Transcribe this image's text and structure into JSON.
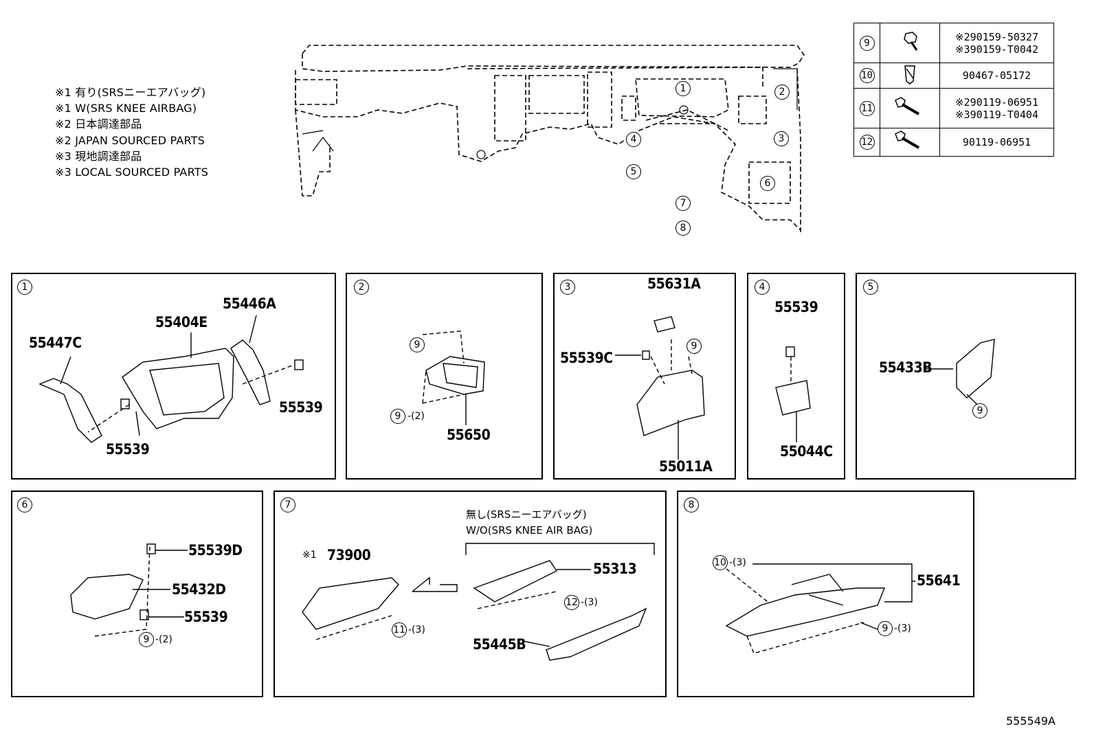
{
  "notes": [
    "※1 有り(SRSニーエアバッグ)",
    "※1 W(SRS KNEE AIRBAG)",
    "※2 日本調達部品",
    "※2 JAPAN SOURCED PARTS",
    "※3 現地調達部品",
    "※3 LOCAL SOURCED PARTS"
  ],
  "legend": [
    {
      "num": "9",
      "icon": "bolt-icon",
      "parts": [
        "※290159-50327",
        "※390159-T0042"
      ]
    },
    {
      "num": "10",
      "icon": "clip-icon",
      "parts": [
        "90467-05172"
      ]
    },
    {
      "num": "11",
      "icon": "screw-icon",
      "parts": [
        "※290119-06951",
        "※390119-T0404"
      ]
    },
    {
      "num": "12",
      "icon": "screw-icon",
      "parts": [
        "90119-06951"
      ]
    }
  ],
  "overview_callouts": [
    "1",
    "2",
    "3",
    "4",
    "5",
    "6",
    "7",
    "8"
  ],
  "panels": {
    "p1": {
      "num": "1",
      "labels": [
        "55447C",
        "55404E",
        "55446A",
        "55539",
        "55539"
      ]
    },
    "p2": {
      "num": "2",
      "labels": [
        "55650"
      ],
      "callouts": [
        "9",
        "9"
      ],
      "qty": [
        "-(2)"
      ]
    },
    "p3": {
      "num": "3",
      "labels": [
        "55631A",
        "55539C",
        "55011A"
      ],
      "callouts": [
        "9"
      ]
    },
    "p4": {
      "num": "4",
      "labels": [
        "55539",
        "55044C"
      ]
    },
    "p5": {
      "num": "5",
      "labels": [
        "55433B"
      ],
      "callouts": [
        "9"
      ]
    },
    "p6": {
      "num": "6",
      "labels": [
        "55539D",
        "55432D",
        "55539"
      ],
      "callouts": [
        "9"
      ],
      "qty": [
        "-(2)"
      ]
    },
    "p7": {
      "num": "7",
      "note_jp": "無し(SRSニーエアバッグ)",
      "note_en": "W/O(SRS KNEE AIR BAG)",
      "prefix": "※1",
      "labels": [
        "73900",
        "55313",
        "55445B"
      ],
      "callouts": [
        "11",
        "12"
      ],
      "qty": [
        "-(3)",
        "-(3)"
      ]
    },
    "p8": {
      "num": "8",
      "labels": [
        "55641"
      ],
      "callouts": [
        "10",
        "9"
      ],
      "qty": [
        "-(3)",
        "-(3)"
      ]
    }
  },
  "caption": "555549A"
}
